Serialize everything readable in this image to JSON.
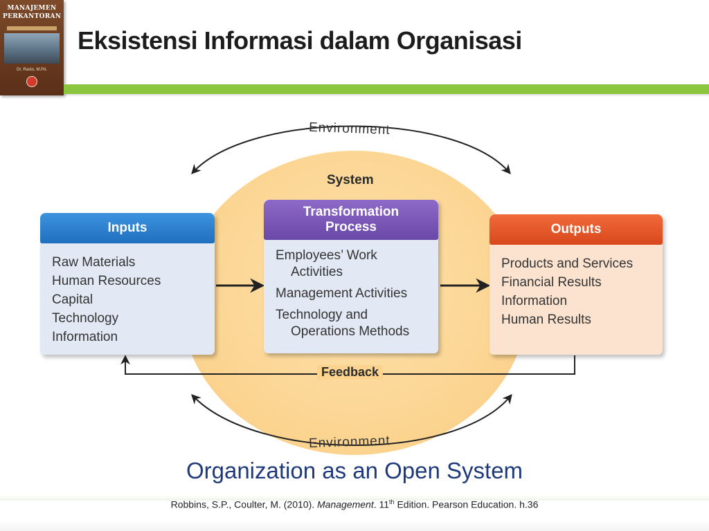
{
  "header": {
    "title": "Eksistensi Informasi dalam Organisasi",
    "book": {
      "title_line1": "MANAJEMEN",
      "title_line2": "PERKANTORAN",
      "author": "Dr. Rasto, M.Pd."
    }
  },
  "diagram": {
    "environment_top": "Environment",
    "environment_bottom": "Environment",
    "system_label": "System",
    "inputs": {
      "title": "Inputs",
      "items": [
        "Raw Materials",
        "Human Resources",
        "Capital",
        "Technology",
        "Information"
      ]
    },
    "transformation": {
      "title_line1": "Transformation",
      "title_line2": "Process",
      "items": [
        {
          "line1": "Employees’ Work",
          "line2": "Activities"
        },
        {
          "line1": "Management Activities",
          "line2": ""
        },
        {
          "line1": "Technology and",
          "line2": "Operations Methods"
        }
      ]
    },
    "outputs": {
      "title": "Outputs",
      "items": [
        "Products and Services",
        "Financial Results",
        "Information",
        "Human Results"
      ]
    },
    "feedback_label": "Feedback",
    "colors": {
      "system_fill": "#fbd38e",
      "inputs_header": "#2a7fd0",
      "transformation_header": "#7b58b8",
      "outputs_header": "#e5552a",
      "accent_bar": "#8cc63e"
    }
  },
  "caption": "Organization as an Open System",
  "citation": {
    "authors": "Robbins, S.P., Coulter, M. (2010). ",
    "book_title": "Management",
    "edition_number": ". 11",
    "edition_suffix": "th",
    "rest": " Edition. Pearson Education. h.36"
  }
}
